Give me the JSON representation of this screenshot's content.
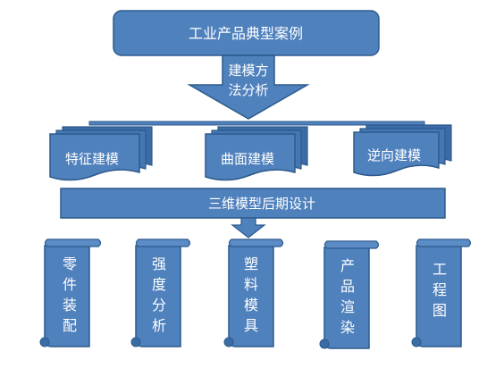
{
  "title": "工业产品典型案例",
  "arrow_label": [
    "建模方",
    "法分析"
  ],
  "methods": [
    "特征建模",
    "曲面建模",
    "逆向建模"
  ],
  "phase": "三维模型后期设计",
  "outputs": [
    [
      "零",
      "件",
      "装",
      "配"
    ],
    [
      "强",
      "度",
      "分",
      "析"
    ],
    [
      "塑",
      "料",
      "模",
      "具"
    ],
    [
      "产",
      "品",
      "渲",
      "染"
    ],
    [
      "工",
      "程",
      "图"
    ]
  ],
  "colors": {
    "fill": "#4F81BD",
    "stroke": "#2C5A8C",
    "shade": "#3B6CA6",
    "text": "#FFFFFF"
  }
}
